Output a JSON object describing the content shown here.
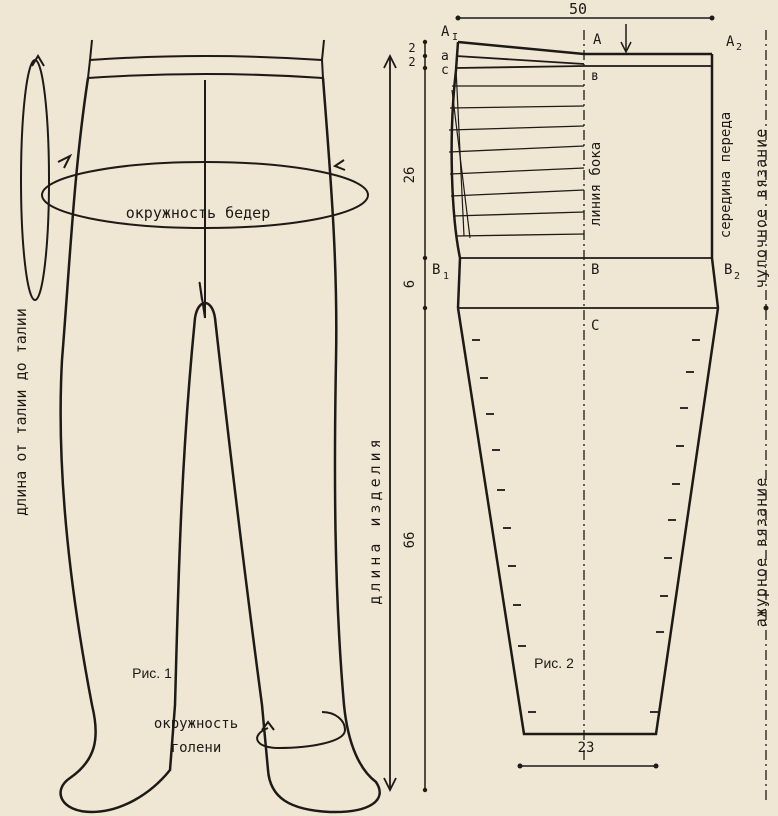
{
  "fig1": {
    "caption": "Рис. 1",
    "hip_label": "окружность бедер",
    "shin_label_1": "окружность",
    "shin_label_2": "голени",
    "waist_loop_label": "длина от талии до талии",
    "product_length_label": "длина изделия"
  },
  "fig2": {
    "caption": "Рис. 2",
    "top_width": "50",
    "bottom_width": "23",
    "dim_2a": "2",
    "dim_2b": "2",
    "dim_26": "26",
    "dim_6": "6",
    "dim_66": "66",
    "pt_A1_main": "A",
    "pt_A1_sub": "I",
    "pt_A": "A",
    "pt_A2_main": "A",
    "pt_A2_sub": "2",
    "pt_a": "a",
    "pt_c_small": "c",
    "pt_v": "в",
    "pt_B1_main": "B",
    "pt_B1_sub": "1",
    "pt_B": "B",
    "pt_B2_main": "B",
    "pt_B2_sub": "2",
    "pt_C": "C",
    "side_line_label": "линия бока",
    "front_center_label": "середина переда",
    "stocking_label": "чулочное вязание",
    "openwork_label": "ажурное вязание"
  },
  "colors": {
    "ink": "#1d1a17",
    "paper": "#efe6d3"
  }
}
